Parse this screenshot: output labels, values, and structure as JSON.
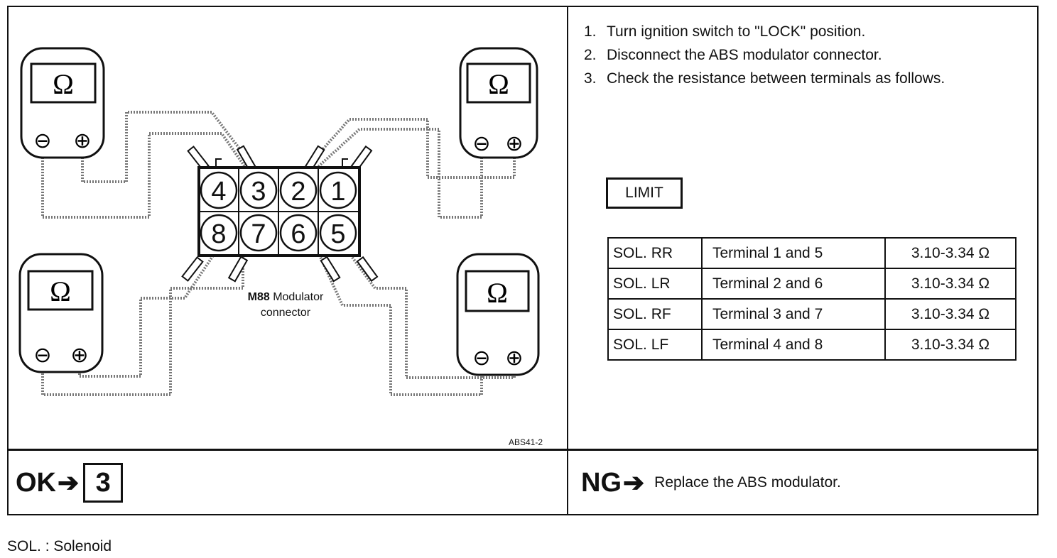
{
  "steps": [
    {
      "num": "1.",
      "text": "Turn ignition switch to \"LOCK\" position."
    },
    {
      "num": "2.",
      "text": "Disconnect the ABS modulator connector."
    },
    {
      "num": "3.",
      "text": "Check the resistance between terminals as follows."
    }
  ],
  "diagram": {
    "meter_symbol": "Ω",
    "minus_symbol": "⊖",
    "plus_symbol": "⊕",
    "terminals_top": [
      "4",
      "3",
      "2",
      "1"
    ],
    "terminals_bottom": [
      "8",
      "7",
      "6",
      "5"
    ],
    "connector_id": "M88",
    "connector_name": "Modulator",
    "connector_sub": "connector",
    "figure_code": "ABS41-2"
  },
  "limit_label": "LIMIT",
  "table": {
    "rows": [
      {
        "solenoid": "SOL. RR",
        "terminals": "Terminal 1 and 5",
        "value": "3.10-3.34 Ω"
      },
      {
        "solenoid": "SOL. LR",
        "terminals": "Terminal 2 and 6",
        "value": "3.10-3.34 Ω"
      },
      {
        "solenoid": "SOL. RF",
        "terminals": "Terminal 3 and 7",
        "value": "3.10-3.34 Ω"
      },
      {
        "solenoid": "SOL. LF",
        "terminals": "Terminal 4 and 8",
        "value": "3.10-3.34 Ω"
      }
    ]
  },
  "ok": {
    "label": "OK",
    "arrow": "➔",
    "goto": "3"
  },
  "ng": {
    "label": "NG",
    "arrow": "➔",
    "action": "Replace the ABS modulator."
  },
  "footnote": "SOL. : Solenoid"
}
